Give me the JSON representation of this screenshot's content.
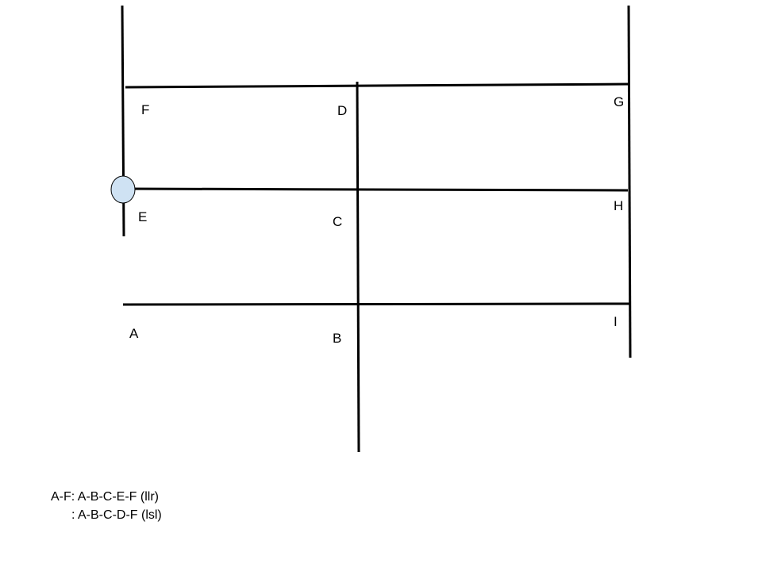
{
  "diagram": {
    "node_labels": {
      "A": "A",
      "B": "B",
      "C": "C",
      "D": "D",
      "E": "E",
      "F": "F",
      "G": "G",
      "H": "H",
      "I": "I"
    },
    "marker_color": "#cfe2f3",
    "line_color": "#000000"
  },
  "routes": {
    "line1": "A-F: A-B-C-E-F (llr)",
    "line2": ": A-B-C-D-F (lsl)"
  }
}
